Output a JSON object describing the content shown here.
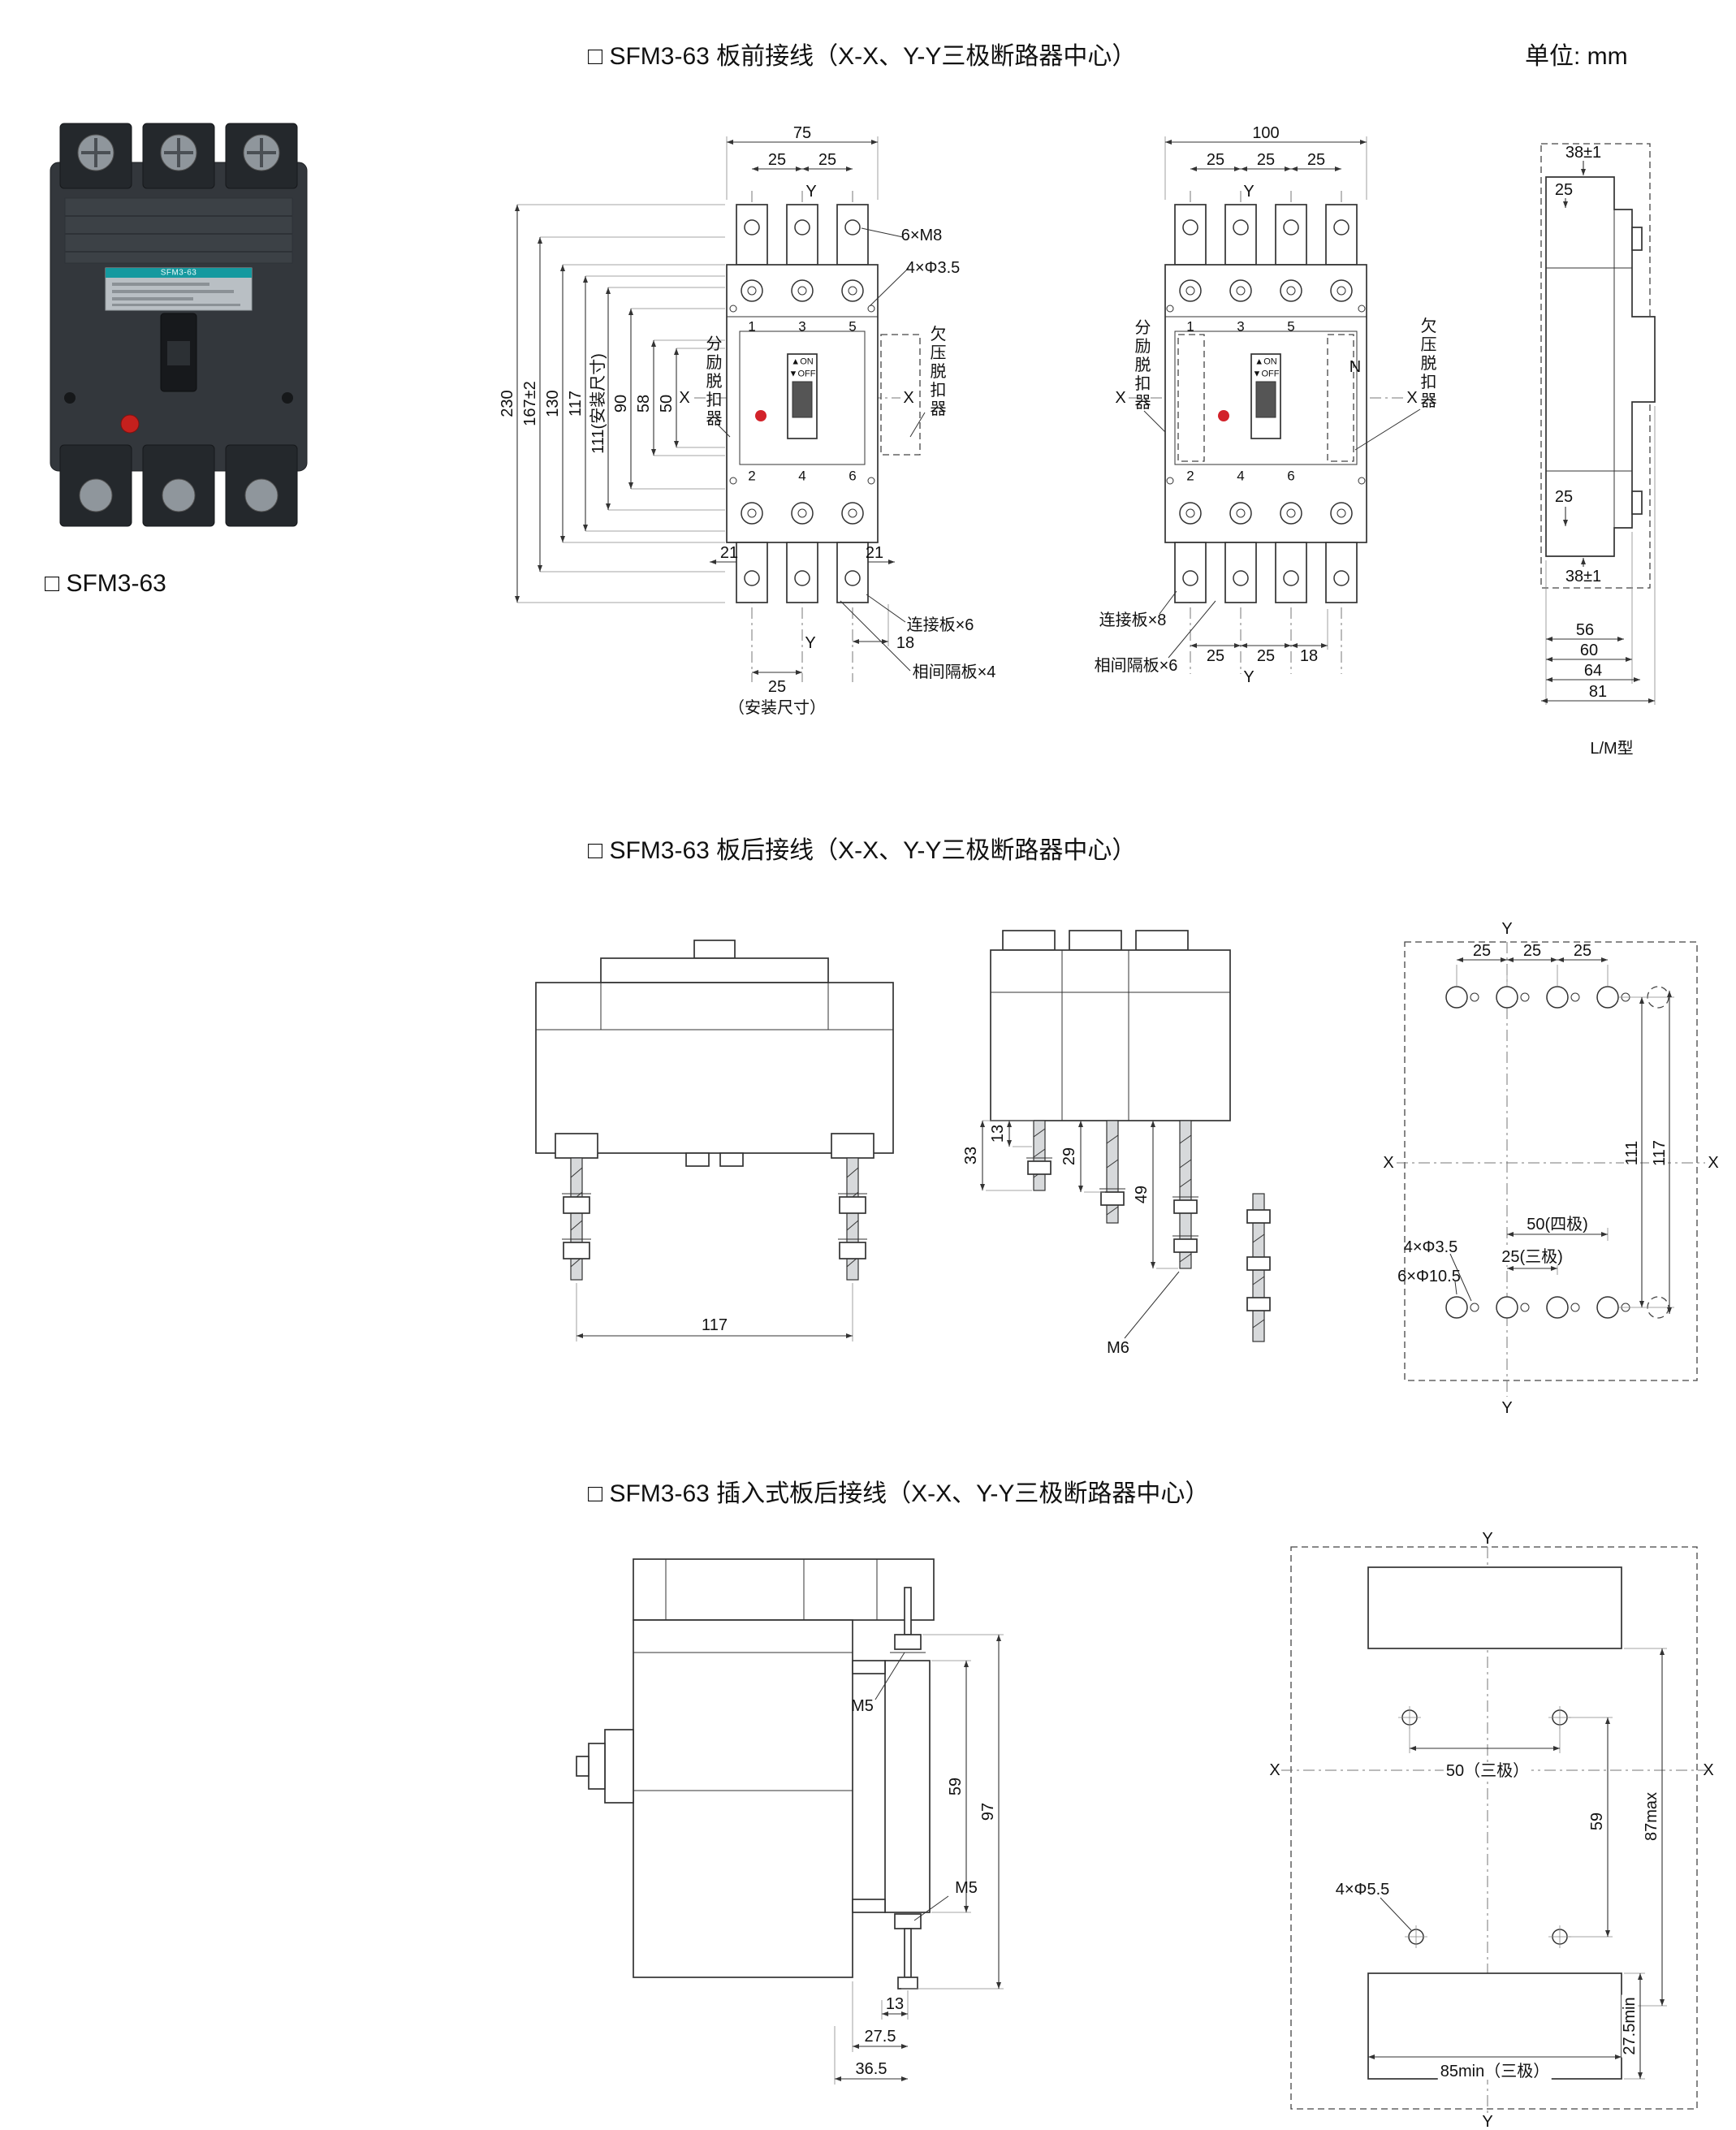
{
  "page": {
    "unit_label": "单位: mm",
    "product_label": "□ SFM3-63",
    "photo_brand": "SFM3-63"
  },
  "sections": {
    "front": "□ SFM3-63 板前接线（X-X、Y-Y三极断路器中心）",
    "rear": "□ SFM3-63 板后接线（X-X、Y-Y三极断路器中心）",
    "plugin": "□ SFM3-63 插入式板后接线（X-X、Y-Y三极断路器中心）"
  },
  "front3": {
    "dim_width": "75",
    "dim_pitch_l": "25",
    "dim_pitch_r": "25",
    "callout_m8": "6×M8",
    "callout_phi": "4×Φ3.5",
    "dim_230": "230",
    "dim_167": "167±2",
    "dim_130": "130",
    "dim_117": "117",
    "dim_111": "111(安装尺寸)",
    "dim_90": "90",
    "dim_58": "58",
    "dim_50": "50",
    "x_left": "X",
    "x_right": "X",
    "y_top": "Y",
    "y_bottom": "Y",
    "shunt": "分励脱扣器",
    "uv": "欠压脱扣器",
    "dim_21l": "21",
    "dim_21r": "21",
    "plates": "连接板×6",
    "dim_18": "18",
    "barriers": "相间隔板×4",
    "dim_25b": "25",
    "mount_note": "（安装尺寸）",
    "t1": "1",
    "t3": "3",
    "t5": "5",
    "t2": "2",
    "t4": "4",
    "t6": "6",
    "on": "▲ON",
    "off": "▼OFF"
  },
  "front4": {
    "dim_width": "100",
    "p1": "25",
    "p2": "25",
    "p3": "25",
    "shunt": "分励脱扣器",
    "uv": "欠压脱扣器",
    "neutral": "N",
    "plates": "连接板×8",
    "barriers": "相间隔板×6",
    "b1": "25",
    "b2": "25",
    "b3": "18",
    "x_left": "X",
    "x_right": "X",
    "y_top": "Y",
    "y_bottom": "Y",
    "t1": "1",
    "t3": "3",
    "t5": "5",
    "t2": "2",
    "t4": "4",
    "t6": "6",
    "on": "▲ON",
    "off": "▼OFF"
  },
  "side": {
    "dim_38t": "38±1",
    "dim_25t": "25",
    "dim_25b": "25",
    "dim_38b": "38±1",
    "dim_56": "56",
    "dim_60": "60",
    "dim_64": "64",
    "dim_81": "81",
    "type_label": "L/M型"
  },
  "rear_front": {
    "dim_117": "117"
  },
  "rear_side": {
    "dim_33": "33",
    "dim_13": "13",
    "dim_29": "29",
    "dim_49": "49",
    "thread": "M6"
  },
  "holes3": {
    "p1": "25",
    "p2": "25",
    "p3": "25",
    "dim_111": "111",
    "dim_117": "117",
    "small_holes": "4×Φ3.5",
    "dim_50": "50(四极)",
    "dim_25": "25(三极)",
    "big_holes": "6×Φ10.5",
    "x_left": "X",
    "x_right": "X",
    "y_top": "Y",
    "y_bottom": "Y"
  },
  "plug_side": {
    "thread_top": "M5",
    "dim_59": "59",
    "dim_97": "97",
    "thread_bot": "M5",
    "dim_13": "13",
    "dim_275": "27.5",
    "dim_365": "36.5"
  },
  "plug_holes": {
    "dim_50": "50（三极）",
    "dim_59": "59",
    "dim_87": "87max",
    "holes": "4×Φ5.5",
    "dim_275": "27.5min",
    "dim_85": "85min（三极）",
    "x_left": "X",
    "x_right": "X",
    "y_top": "Y",
    "y_bottom": "Y"
  }
}
